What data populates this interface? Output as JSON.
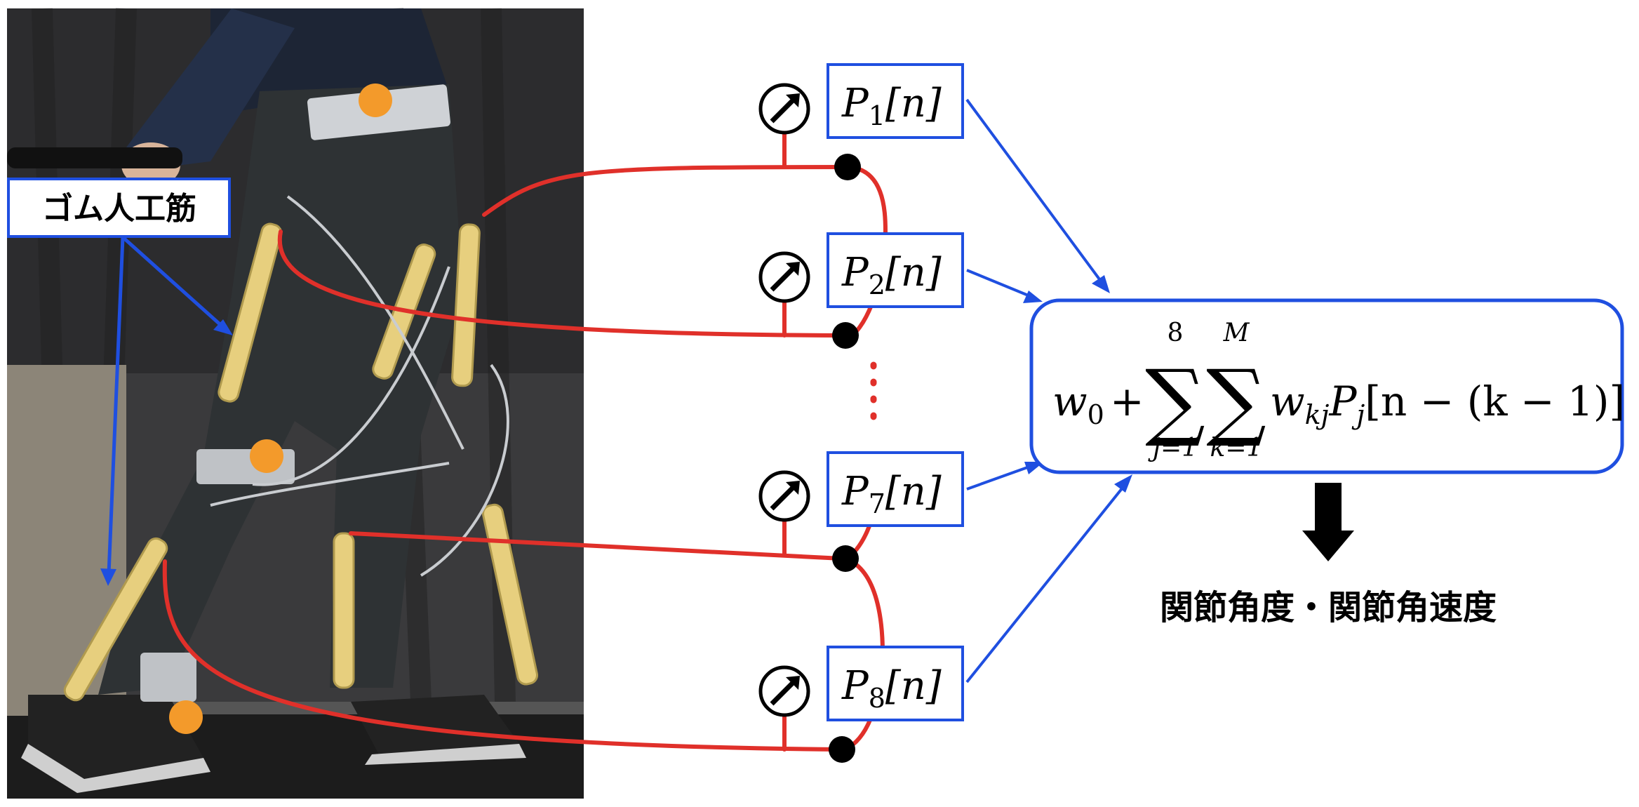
{
  "photo": {
    "label": "ゴム人工筋"
  },
  "sensors": [
    {
      "symbol": "P",
      "subscript": "1",
      "arg": "[n]"
    },
    {
      "symbol": "P",
      "subscript": "2",
      "arg": "[n]"
    },
    {
      "symbol": "P",
      "subscript": "7",
      "arg": "[n]"
    },
    {
      "symbol": "P",
      "subscript": "8",
      "arg": "[n]"
    }
  ],
  "gauge_icon": "pressure-gauge-icon",
  "formula": {
    "w0": "w",
    "w0_sub": "0",
    "plus": "+",
    "sum1_upper": "8",
    "sum1_lower": "j=1",
    "sum2_upper": "M",
    "sum2_lower": "k=1",
    "term_w": "w",
    "term_w_sub": "kj",
    "term_p": "P",
    "term_p_sub": "j",
    "term_tail": "[n − (k − 1)]"
  },
  "output_label": "関節角度・関節角速度",
  "colors": {
    "blue": "#1f4fe0",
    "red": "#e0302a",
    "black": "#000000"
  }
}
